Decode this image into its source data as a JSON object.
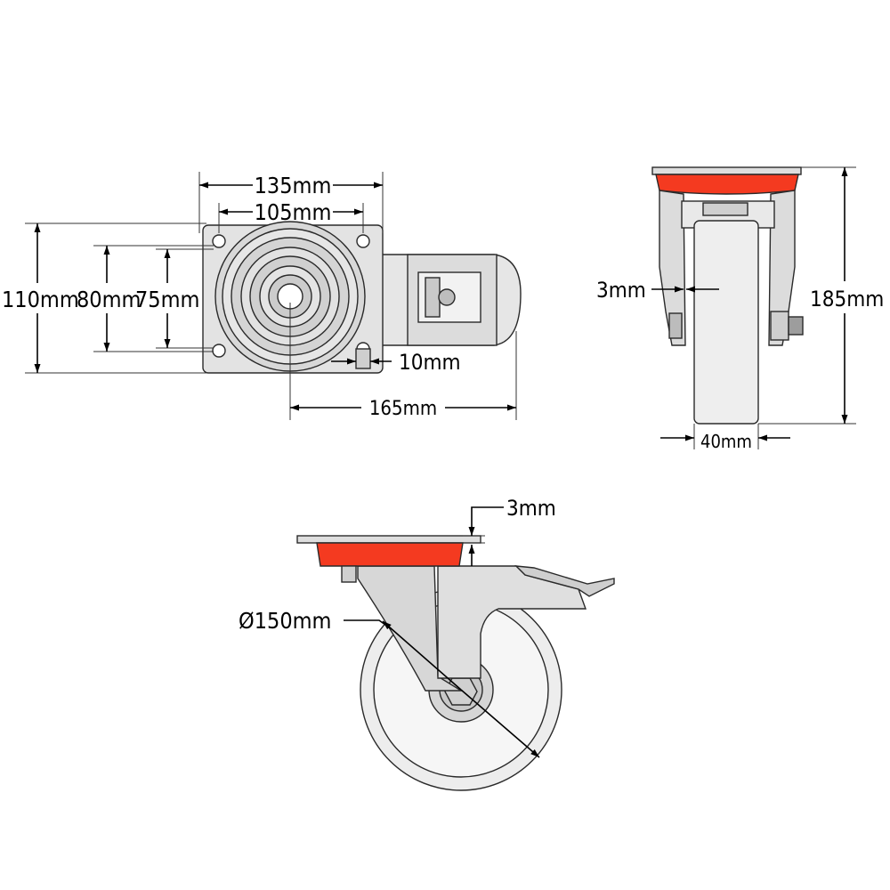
{
  "colors": {
    "accent_red": "#f43a20",
    "metal_light": "#e8e8e8",
    "metal_mid": "#d2d2d2",
    "metal_dark": "#a9a9a9",
    "line": "#2a2a2a"
  },
  "views": {
    "top": {
      "dims": {
        "plate_width": "135mm",
        "hole_spacing_x": "105mm",
        "plate_height": "110mm",
        "hole_spacing_y_outer": "80mm",
        "hole_spacing_y_inner": "75mm",
        "hole_offset": "10mm",
        "swivel_offset": "165mm"
      }
    },
    "front": {
      "dims": {
        "height": "185mm",
        "plate_thickness": "3mm",
        "wheel_width": "40mm"
      }
    },
    "side": {
      "dims": {
        "plate_thickness": "3mm",
        "wheel_diameter": "Ø150mm"
      }
    }
  }
}
